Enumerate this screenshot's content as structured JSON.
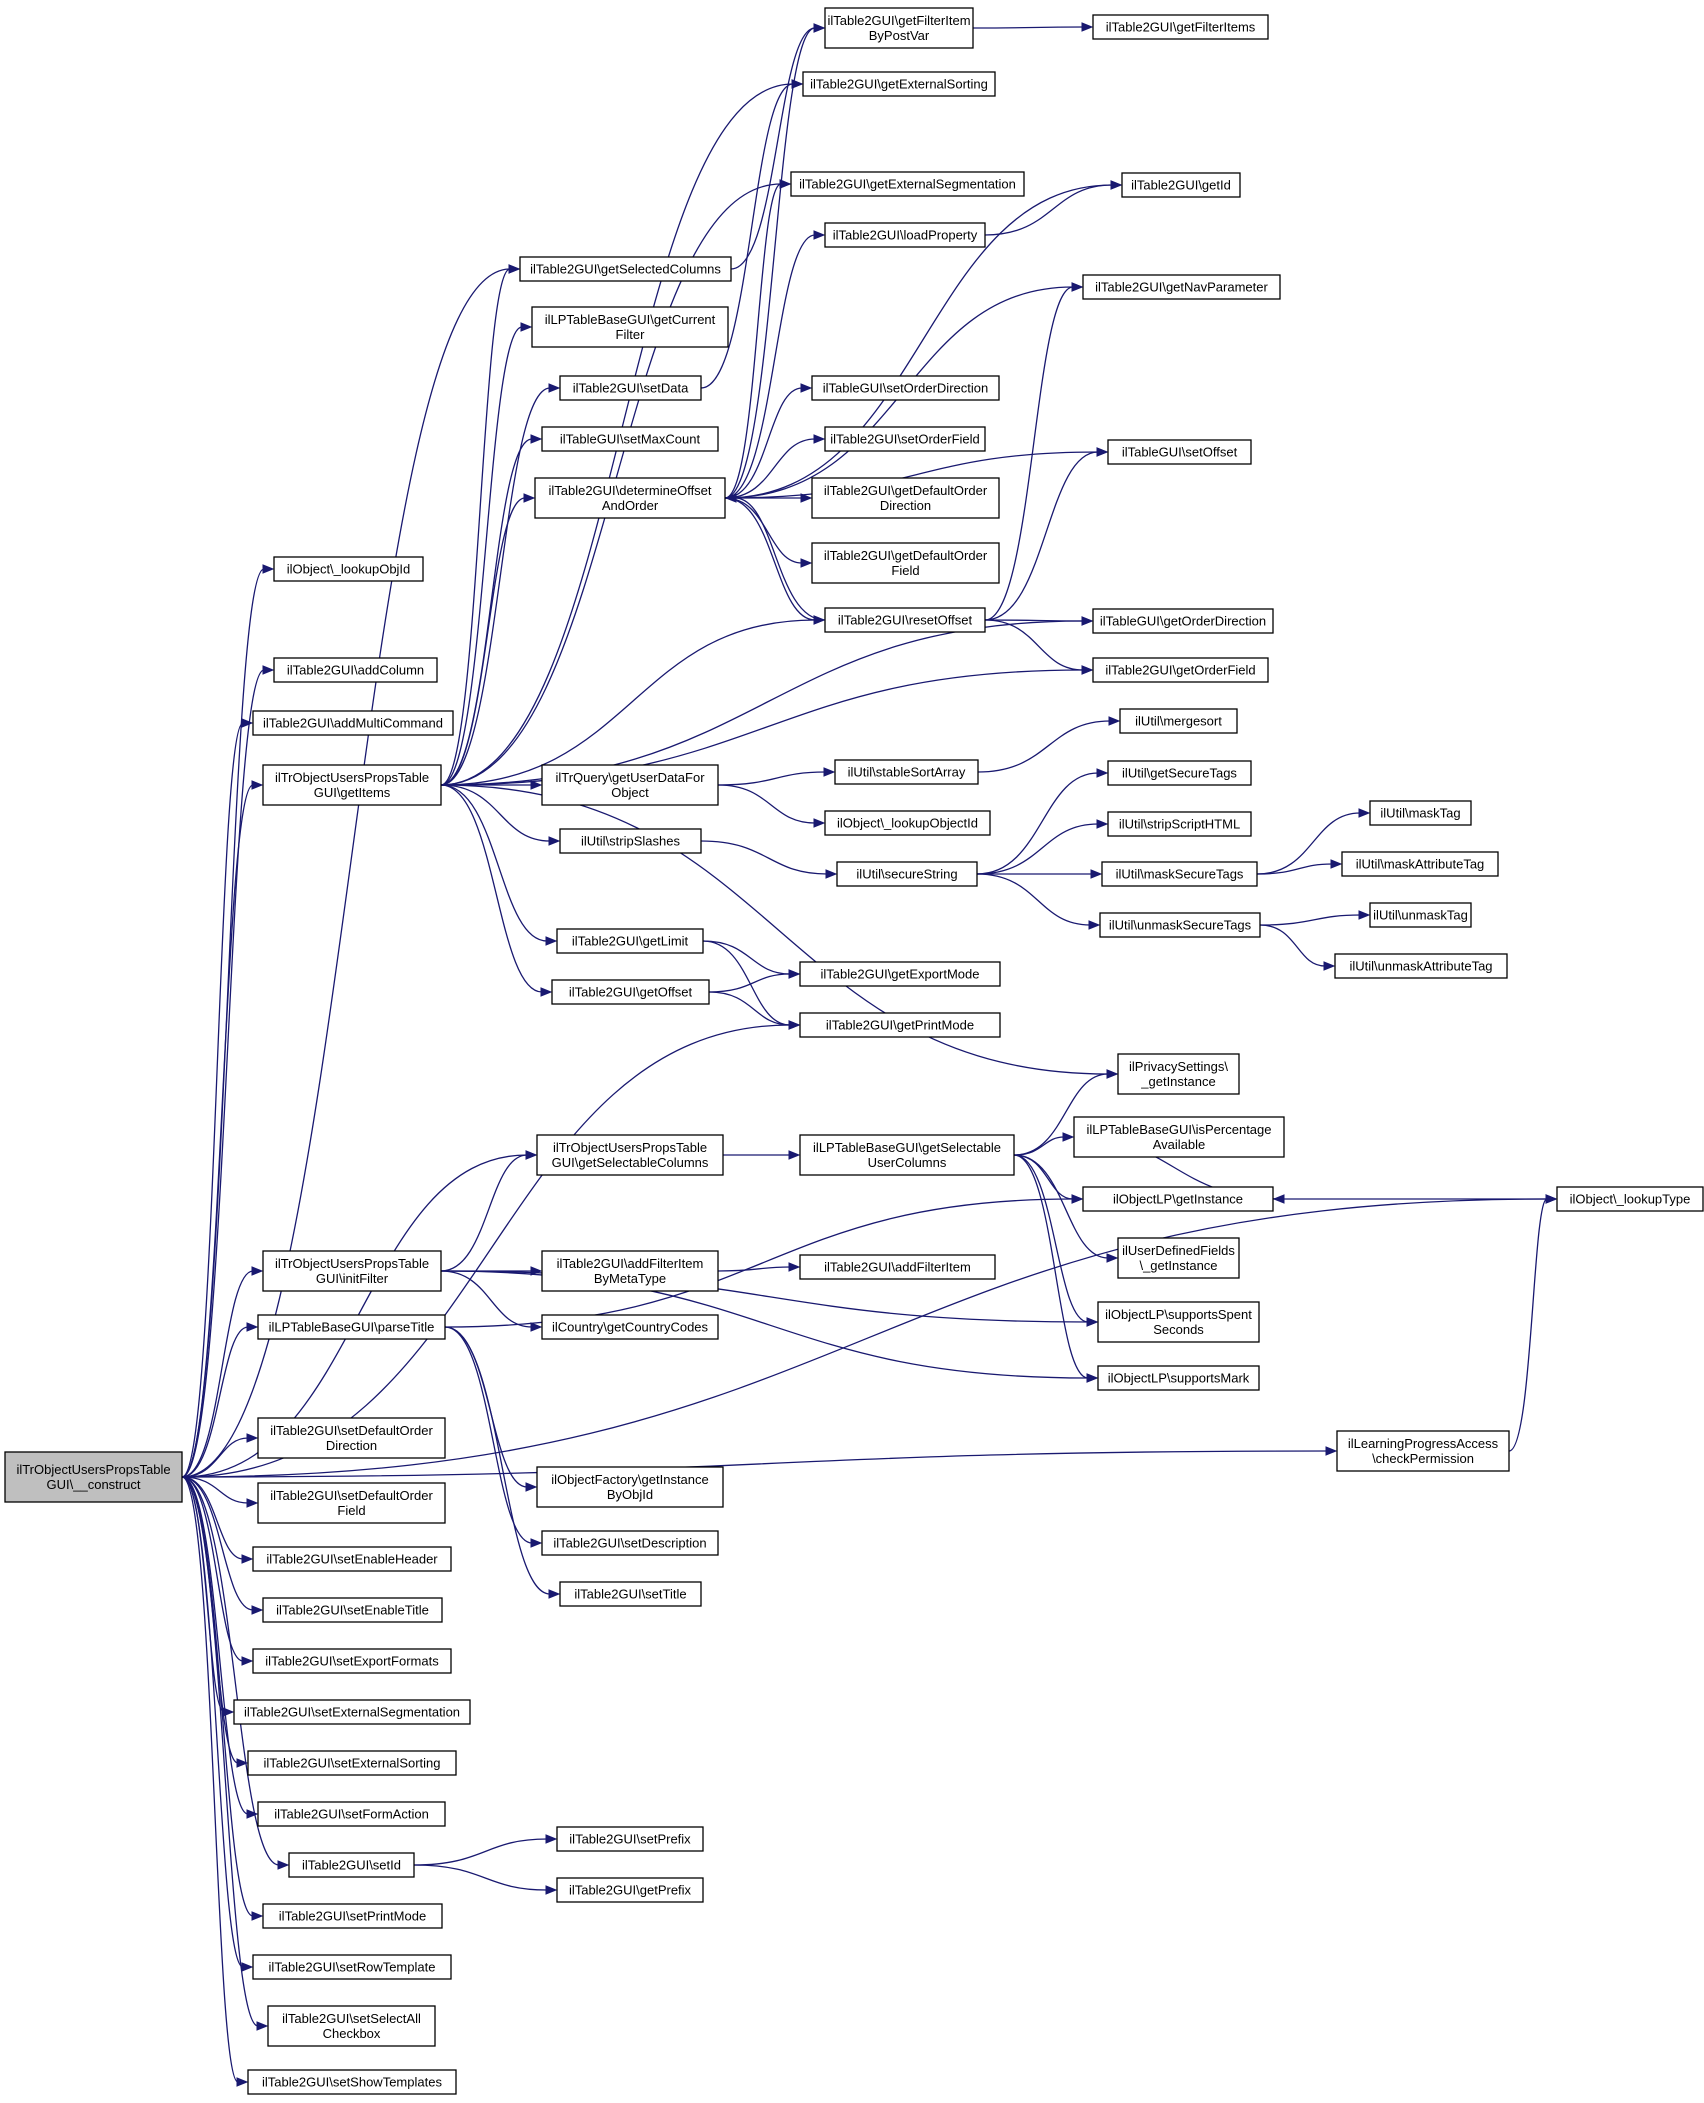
{
  "diagram": {
    "type": "call-graph",
    "edge_color": "#191970",
    "root_fill": "#bfbfbf",
    "nodes": [
      {
        "id": "root",
        "lines": [
          "ilTrObjectUsersPropsTable",
          "GUI\\__construct"
        ],
        "root": true
      },
      {
        "id": "lookupObjId",
        "lines": [
          "ilObject\\_lookupObjId"
        ]
      },
      {
        "id": "addColumn",
        "lines": [
          "ilTable2GUI\\addColumn"
        ]
      },
      {
        "id": "addMultiCommand",
        "lines": [
          "ilTable2GUI\\addMultiCommand"
        ]
      },
      {
        "id": "getItems",
        "lines": [
          "ilTrObjectUsersPropsTable",
          "GUI\\getItems"
        ]
      },
      {
        "id": "initFilter",
        "lines": [
          "ilTrObjectUsersPropsTable",
          "GUI\\initFilter"
        ]
      },
      {
        "id": "parseTitle",
        "lines": [
          "ilLPTableBaseGUI\\parseTitle"
        ]
      },
      {
        "id": "setDefaultOrderDirection",
        "lines": [
          "ilTable2GUI\\setDefaultOrder",
          "Direction"
        ]
      },
      {
        "id": "setDefaultOrderField",
        "lines": [
          "ilTable2GUI\\setDefaultOrder",
          "Field"
        ]
      },
      {
        "id": "setEnableHeader",
        "lines": [
          "ilTable2GUI\\setEnableHeader"
        ]
      },
      {
        "id": "setEnableTitle",
        "lines": [
          "ilTable2GUI\\setEnableTitle"
        ]
      },
      {
        "id": "setExportFormats",
        "lines": [
          "ilTable2GUI\\setExportFormats"
        ]
      },
      {
        "id": "setExternalSegmentation",
        "lines": [
          "ilTable2GUI\\setExternalSegmentation"
        ]
      },
      {
        "id": "setExternalSorting",
        "lines": [
          "ilTable2GUI\\setExternalSorting"
        ]
      },
      {
        "id": "setFormAction",
        "lines": [
          "ilTable2GUI\\setFormAction"
        ]
      },
      {
        "id": "setId",
        "lines": [
          "ilTable2GUI\\setId"
        ]
      },
      {
        "id": "setPrintMode",
        "lines": [
          "ilTable2GUI\\setPrintMode"
        ]
      },
      {
        "id": "setRowTemplate",
        "lines": [
          "ilTable2GUI\\setRowTemplate"
        ]
      },
      {
        "id": "setSelectAllCheckbox",
        "lines": [
          "ilTable2GUI\\setSelectAll",
          "Checkbox"
        ]
      },
      {
        "id": "setShowTemplates",
        "lines": [
          "ilTable2GUI\\setShowTemplates"
        ]
      },
      {
        "id": "getSelectedColumns",
        "lines": [
          "ilTable2GUI\\getSelectedColumns"
        ]
      },
      {
        "id": "getCurrentFilter",
        "lines": [
          "ilLPTableBaseGUI\\getCurrent",
          "Filter"
        ]
      },
      {
        "id": "setData",
        "lines": [
          "ilTable2GUI\\setData"
        ]
      },
      {
        "id": "setMaxCount",
        "lines": [
          "ilTableGUI\\setMaxCount"
        ]
      },
      {
        "id": "determineOffsetAndOrder",
        "lines": [
          "ilTable2GUI\\determineOffset",
          "AndOrder"
        ]
      },
      {
        "id": "getUserDataForObject",
        "lines": [
          "ilTrQuery\\getUserDataFor",
          "Object"
        ]
      },
      {
        "id": "stripSlashes",
        "lines": [
          "ilUtil\\stripSlashes"
        ]
      },
      {
        "id": "getLimit",
        "lines": [
          "ilTable2GUI\\getLimit"
        ]
      },
      {
        "id": "getOffset",
        "lines": [
          "ilTable2GUI\\getOffset"
        ]
      },
      {
        "id": "getSelectableColumns1",
        "lines": [
          "ilTrObjectUsersPropsTable",
          "GUI\\getSelectableColumns"
        ]
      },
      {
        "id": "addFilterItemByMetaType",
        "lines": [
          "ilTable2GUI\\addFilterItem",
          "ByMetaType"
        ]
      },
      {
        "id": "getCountryCodes",
        "lines": [
          "ilCountry\\getCountryCodes"
        ]
      },
      {
        "id": "getInstanceByObjId",
        "lines": [
          "ilObjectFactory\\getInstance",
          "ByObjId"
        ]
      },
      {
        "id": "setDescription",
        "lines": [
          "ilTable2GUI\\setDescription"
        ]
      },
      {
        "id": "setTitle",
        "lines": [
          "ilTable2GUI\\setTitle"
        ]
      },
      {
        "id": "setPrefix",
        "lines": [
          "ilTable2GUI\\setPrefix"
        ]
      },
      {
        "id": "getPrefix",
        "lines": [
          "ilTable2GUI\\getPrefix"
        ]
      },
      {
        "id": "getFilterItemByPostVar",
        "lines": [
          "ilTable2GUI\\getFilterItem",
          "ByPostVar"
        ]
      },
      {
        "id": "getExternalSorting",
        "lines": [
          "ilTable2GUI\\getExternalSorting"
        ]
      },
      {
        "id": "getExternalSegmentation",
        "lines": [
          "ilTable2GUI\\getExternalSegmentation"
        ]
      },
      {
        "id": "loadProperty",
        "lines": [
          "ilTable2GUI\\loadProperty"
        ]
      },
      {
        "id": "setOrderDirection",
        "lines": [
          "ilTableGUI\\setOrderDirection"
        ]
      },
      {
        "id": "setOrderField",
        "lines": [
          "ilTable2GUI\\setOrderField"
        ]
      },
      {
        "id": "getDefaultOrderDirection",
        "lines": [
          "ilTable2GUI\\getDefaultOrder",
          "Direction"
        ]
      },
      {
        "id": "getDefaultOrderField",
        "lines": [
          "ilTable2GUI\\getDefaultOrder",
          "Field"
        ]
      },
      {
        "id": "resetOffset",
        "lines": [
          "ilTable2GUI\\resetOffset"
        ]
      },
      {
        "id": "stableSortArray",
        "lines": [
          "ilUtil\\stableSortArray"
        ]
      },
      {
        "id": "lookupObjectId",
        "lines": [
          "ilObject\\_lookupObjectId"
        ]
      },
      {
        "id": "secureString",
        "lines": [
          "ilUtil\\secureString"
        ]
      },
      {
        "id": "getExportMode",
        "lines": [
          "ilTable2GUI\\getExportMode"
        ]
      },
      {
        "id": "getPrintMode",
        "lines": [
          "ilTable2GUI\\getPrintMode"
        ]
      },
      {
        "id": "getSelectableUserColumns",
        "lines": [
          "ilLPTableBaseGUI\\getSelectable",
          "UserColumns"
        ]
      },
      {
        "id": "addFilterItem",
        "lines": [
          "ilTable2GUI\\addFilterItem"
        ]
      },
      {
        "id": "getFilterItems",
        "lines": [
          "ilTable2GUI\\getFilterItems"
        ]
      },
      {
        "id": "getId",
        "lines": [
          "ilTable2GUI\\getId"
        ]
      },
      {
        "id": "getNavParameter",
        "lines": [
          "ilTable2GUI\\getNavParameter"
        ]
      },
      {
        "id": "setOffset",
        "lines": [
          "ilTableGUI\\setOffset"
        ]
      },
      {
        "id": "getOrderDirection",
        "lines": [
          "ilTableGUI\\getOrderDirection"
        ]
      },
      {
        "id": "getOrderField",
        "lines": [
          "ilTable2GUI\\getOrderField"
        ]
      },
      {
        "id": "mergesort",
        "lines": [
          "ilUtil\\mergesort"
        ]
      },
      {
        "id": "getSecureTags",
        "lines": [
          "ilUtil\\getSecureTags"
        ]
      },
      {
        "id": "stripScriptHTML",
        "lines": [
          "ilUtil\\stripScriptHTML"
        ]
      },
      {
        "id": "maskSecureTags",
        "lines": [
          "ilUtil\\maskSecureTags"
        ]
      },
      {
        "id": "unmaskSecureTags",
        "lines": [
          "ilUtil\\unmaskSecureTags"
        ]
      },
      {
        "id": "privacyGetInstance",
        "lines": [
          "ilPrivacySettings\\",
          "_getInstance"
        ]
      },
      {
        "id": "isPercentageAvailable",
        "lines": [
          "ilLPTableBaseGUI\\isPercentage",
          "Available"
        ]
      },
      {
        "id": "objectLPGetInstance",
        "lines": [
          "ilObjectLP\\getInstance"
        ]
      },
      {
        "id": "udfGetInstance",
        "lines": [
          "ilUserDefinedFields",
          "\\_getInstance"
        ]
      },
      {
        "id": "supportsSpentSeconds",
        "lines": [
          "ilObjectLP\\supportsSpent",
          "Seconds"
        ]
      },
      {
        "id": "supportsMark",
        "lines": [
          "ilObjectLP\\supportsMark"
        ]
      },
      {
        "id": "checkPermission",
        "lines": [
          "ilLearningProgressAccess",
          "\\checkPermission"
        ]
      },
      {
        "id": "maskTag",
        "lines": [
          "ilUtil\\maskTag"
        ]
      },
      {
        "id": "maskAttributeTag",
        "lines": [
          "ilUtil\\maskAttributeTag"
        ]
      },
      {
        "id": "unmaskTag",
        "lines": [
          "ilUtil\\unmaskTag"
        ]
      },
      {
        "id": "unmaskAttributeTag",
        "lines": [
          "ilUtil\\unmaskAttributeTag"
        ]
      },
      {
        "id": "lookupType",
        "lines": [
          "ilObject\\_lookupType"
        ]
      }
    ],
    "edges": [
      [
        "root",
        "lookupObjId"
      ],
      [
        "root",
        "addColumn"
      ],
      [
        "root",
        "addMultiCommand"
      ],
      [
        "root",
        "getItems"
      ],
      [
        "root",
        "initFilter"
      ],
      [
        "root",
        "parseTitle"
      ],
      [
        "root",
        "setDefaultOrderDirection"
      ],
      [
        "root",
        "setDefaultOrderField"
      ],
      [
        "root",
        "setEnableHeader"
      ],
      [
        "root",
        "setEnableTitle"
      ],
      [
        "root",
        "setExportFormats"
      ],
      [
        "root",
        "setExternalSegmentation"
      ],
      [
        "root",
        "setExternalSorting"
      ],
      [
        "root",
        "setFormAction"
      ],
      [
        "root",
        "setId"
      ],
      [
        "root",
        "setPrintMode"
      ],
      [
        "root",
        "setRowTemplate"
      ],
      [
        "root",
        "setSelectAllCheckbox"
      ],
      [
        "root",
        "setShowTemplates"
      ],
      [
        "root",
        "getSelectedColumns"
      ],
      [
        "root",
        "getSelectableColumns1"
      ],
      [
        "root",
        "getPrintMode"
      ],
      [
        "root",
        "lookupType"
      ],
      [
        "root",
        "checkPermission"
      ],
      [
        "getItems",
        "getSelectedColumns"
      ],
      [
        "getItems",
        "getCurrentFilter"
      ],
      [
        "getItems",
        "setData"
      ],
      [
        "getItems",
        "setMaxCount"
      ],
      [
        "getItems",
        "determineOffsetAndOrder"
      ],
      [
        "getItems",
        "getUserDataForObject"
      ],
      [
        "getItems",
        "stripSlashes"
      ],
      [
        "getItems",
        "getLimit"
      ],
      [
        "getItems",
        "getOffset"
      ],
      [
        "getItems",
        "privacyGetInstance"
      ],
      [
        "getItems",
        "resetOffset"
      ],
      [
        "getItems",
        "getOrderDirection"
      ],
      [
        "getItems",
        "getOrderField"
      ],
      [
        "getItems",
        "getExternalSorting"
      ],
      [
        "getItems",
        "getExternalSegmentation"
      ],
      [
        "initFilter",
        "getSelectableColumns1"
      ],
      [
        "initFilter",
        "addFilterItemByMetaType"
      ],
      [
        "initFilter",
        "getCountryCodes"
      ],
      [
        "initFilter",
        "supportsSpentSeconds"
      ],
      [
        "initFilter",
        "supportsMark"
      ],
      [
        "parseTitle",
        "getInstanceByObjId"
      ],
      [
        "parseTitle",
        "setDescription"
      ],
      [
        "parseTitle",
        "setTitle"
      ],
      [
        "parseTitle",
        "objectLPGetInstance"
      ],
      [
        "setId",
        "setPrefix"
      ],
      [
        "setId",
        "getPrefix"
      ],
      [
        "getSelectedColumns",
        "getFilterItemByPostVar"
      ],
      [
        "setData",
        "getExternalSorting"
      ],
      [
        "determineOffsetAndOrder",
        "getExternalSegmentation"
      ],
      [
        "determineOffsetAndOrder",
        "loadProperty"
      ],
      [
        "determineOffsetAndOrder",
        "setOrderDirection"
      ],
      [
        "determineOffsetAndOrder",
        "setOrderField"
      ],
      [
        "determineOffsetAndOrder",
        "getDefaultOrderDirection"
      ],
      [
        "determineOffsetAndOrder",
        "getDefaultOrderField"
      ],
      [
        "determineOffsetAndOrder",
        "resetOffset"
      ],
      [
        "determineOffsetAndOrder",
        "getId"
      ],
      [
        "determineOffsetAndOrder",
        "getNavParameter"
      ],
      [
        "determineOffsetAndOrder",
        "setOffset"
      ],
      [
        "determineOffsetAndOrder",
        "getFilterItemByPostVar"
      ],
      [
        "resetOffset",
        "determineOffsetAndOrder"
      ],
      [
        "resetOffset",
        "getNavParameter"
      ],
      [
        "resetOffset",
        "setOffset"
      ],
      [
        "resetOffset",
        "getOrderDirection"
      ],
      [
        "resetOffset",
        "getOrderField"
      ],
      [
        "getUserDataForObject",
        "stableSortArray"
      ],
      [
        "getUserDataForObject",
        "lookupObjectId"
      ],
      [
        "stripSlashes",
        "secureString"
      ],
      [
        "getLimit",
        "getExportMode"
      ],
      [
        "getLimit",
        "getPrintMode"
      ],
      [
        "getOffset",
        "getExportMode"
      ],
      [
        "getOffset",
        "getPrintMode"
      ],
      [
        "getSelectableColumns1",
        "getSelectableUserColumns"
      ],
      [
        "addFilterItemByMetaType",
        "addFilterItem"
      ],
      [
        "getFilterItemByPostVar",
        "getFilterItems"
      ],
      [
        "loadProperty",
        "getId"
      ],
      [
        "stableSortArray",
        "mergesort"
      ],
      [
        "secureString",
        "getSecureTags"
      ],
      [
        "secureString",
        "stripScriptHTML"
      ],
      [
        "secureString",
        "maskSecureTags"
      ],
      [
        "secureString",
        "unmaskSecureTags"
      ],
      [
        "maskSecureTags",
        "maskTag"
      ],
      [
        "maskSecureTags",
        "maskAttributeTag"
      ],
      [
        "unmaskSecureTags",
        "unmaskTag"
      ],
      [
        "unmaskSecureTags",
        "unmaskAttributeTag"
      ],
      [
        "getSelectableUserColumns",
        "privacyGetInstance"
      ],
      [
        "getSelectableUserColumns",
        "isPercentageAvailable"
      ],
      [
        "getSelectableUserColumns",
        "objectLPGetInstance"
      ],
      [
        "getSelectableUserColumns",
        "udfGetInstance"
      ],
      [
        "getSelectableUserColumns",
        "supportsSpentSeconds"
      ],
      [
        "getSelectableUserColumns",
        "supportsMark"
      ],
      [
        "isPercentageAvailable",
        "objectLPGetInstance"
      ],
      [
        "objectLPGetInstance",
        "lookupType"
      ],
      [
        "checkPermission",
        "lookupType"
      ]
    ]
  }
}
